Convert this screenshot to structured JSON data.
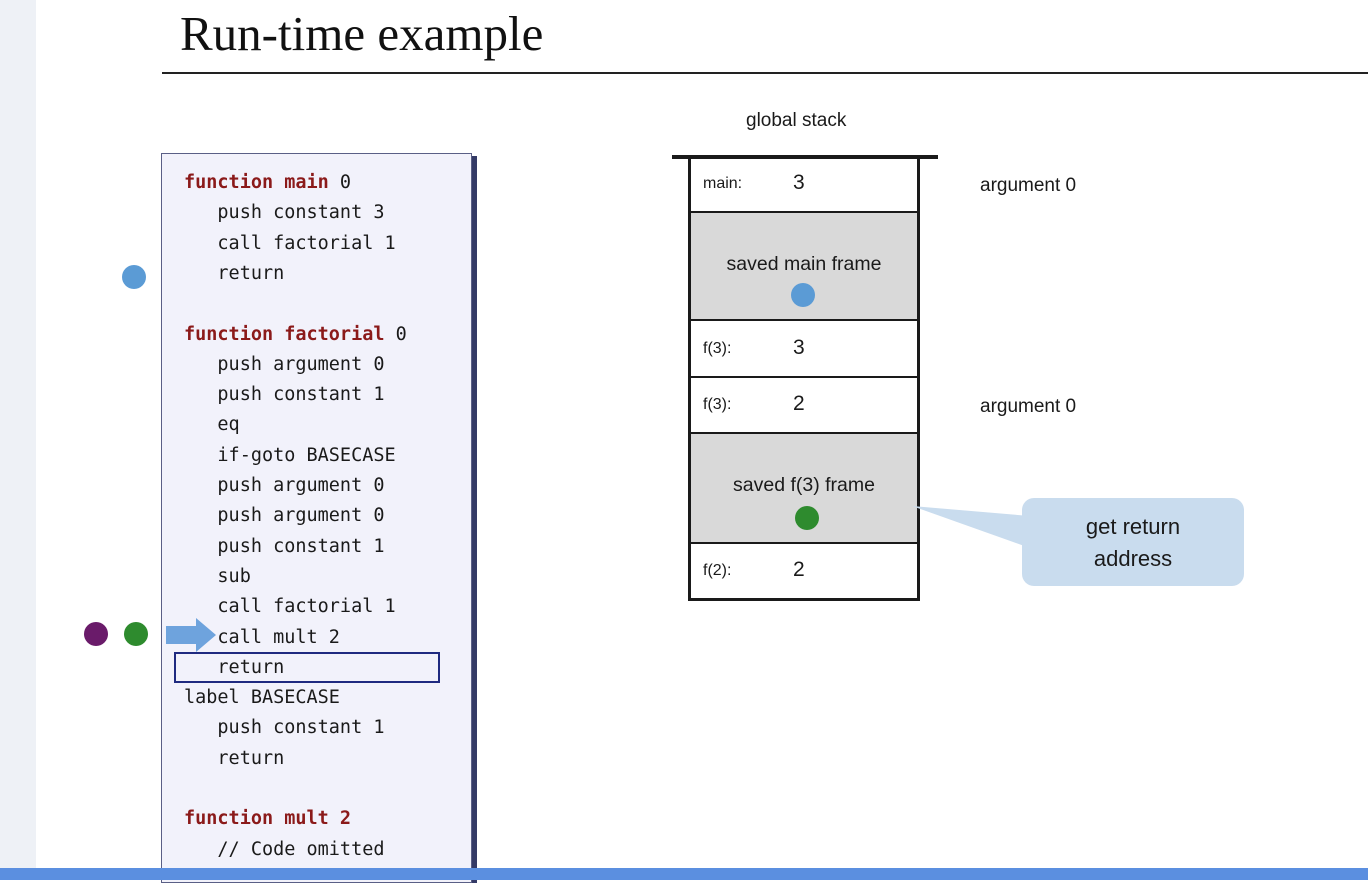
{
  "slide": {
    "title": "Run-time example"
  },
  "colors": {
    "blue_dot": "#5b9bd5",
    "green_dot": "#2e8b2e",
    "purple_dot": "#6a1b6a",
    "arrow": "#6ea3dd",
    "callout_bg": "#c9dcee",
    "frame_grey": "#d9d9d9"
  },
  "code": {
    "lines": [
      {
        "kw": "function main",
        "rest": " 0"
      },
      {
        "text": "   push constant 3"
      },
      {
        "text": "   call factorial 1"
      },
      {
        "text": "   return"
      },
      {
        "text": ""
      },
      {
        "kw": "function factorial",
        "rest": " 0"
      },
      {
        "text": "   push argument 0"
      },
      {
        "text": "   push constant 1"
      },
      {
        "text": "   eq"
      },
      {
        "text": "   if-goto BASECASE"
      },
      {
        "text": "   push argument 0"
      },
      {
        "text": "   push argument 0"
      },
      {
        "text": "   push constant 1"
      },
      {
        "text": "   sub"
      },
      {
        "text": "   call factorial 1"
      },
      {
        "text": "   call mult 2"
      },
      {
        "text": "   return"
      },
      {
        "text": "label BASECASE"
      },
      {
        "text": "   push constant 1"
      },
      {
        "text": "   return"
      },
      {
        "text": ""
      },
      {
        "kw": "function mult 2",
        "rest": ""
      },
      {
        "text": "   // Code omitted"
      }
    ]
  },
  "stack": {
    "label": "global stack",
    "cells": [
      {
        "name": "main:",
        "value": "3"
      },
      {
        "frame": "saved main frame",
        "dot": "blue"
      },
      {
        "name": "f(3):",
        "value": "3"
      },
      {
        "name": "f(3):",
        "value": "2"
      },
      {
        "frame": "saved f(3) frame",
        "dot": "green"
      },
      {
        "name": "f(2):",
        "value": "2"
      }
    ],
    "notes": [
      "argument 0",
      "argument 0"
    ]
  },
  "callout": {
    "line1": "get return",
    "line2": "address"
  }
}
